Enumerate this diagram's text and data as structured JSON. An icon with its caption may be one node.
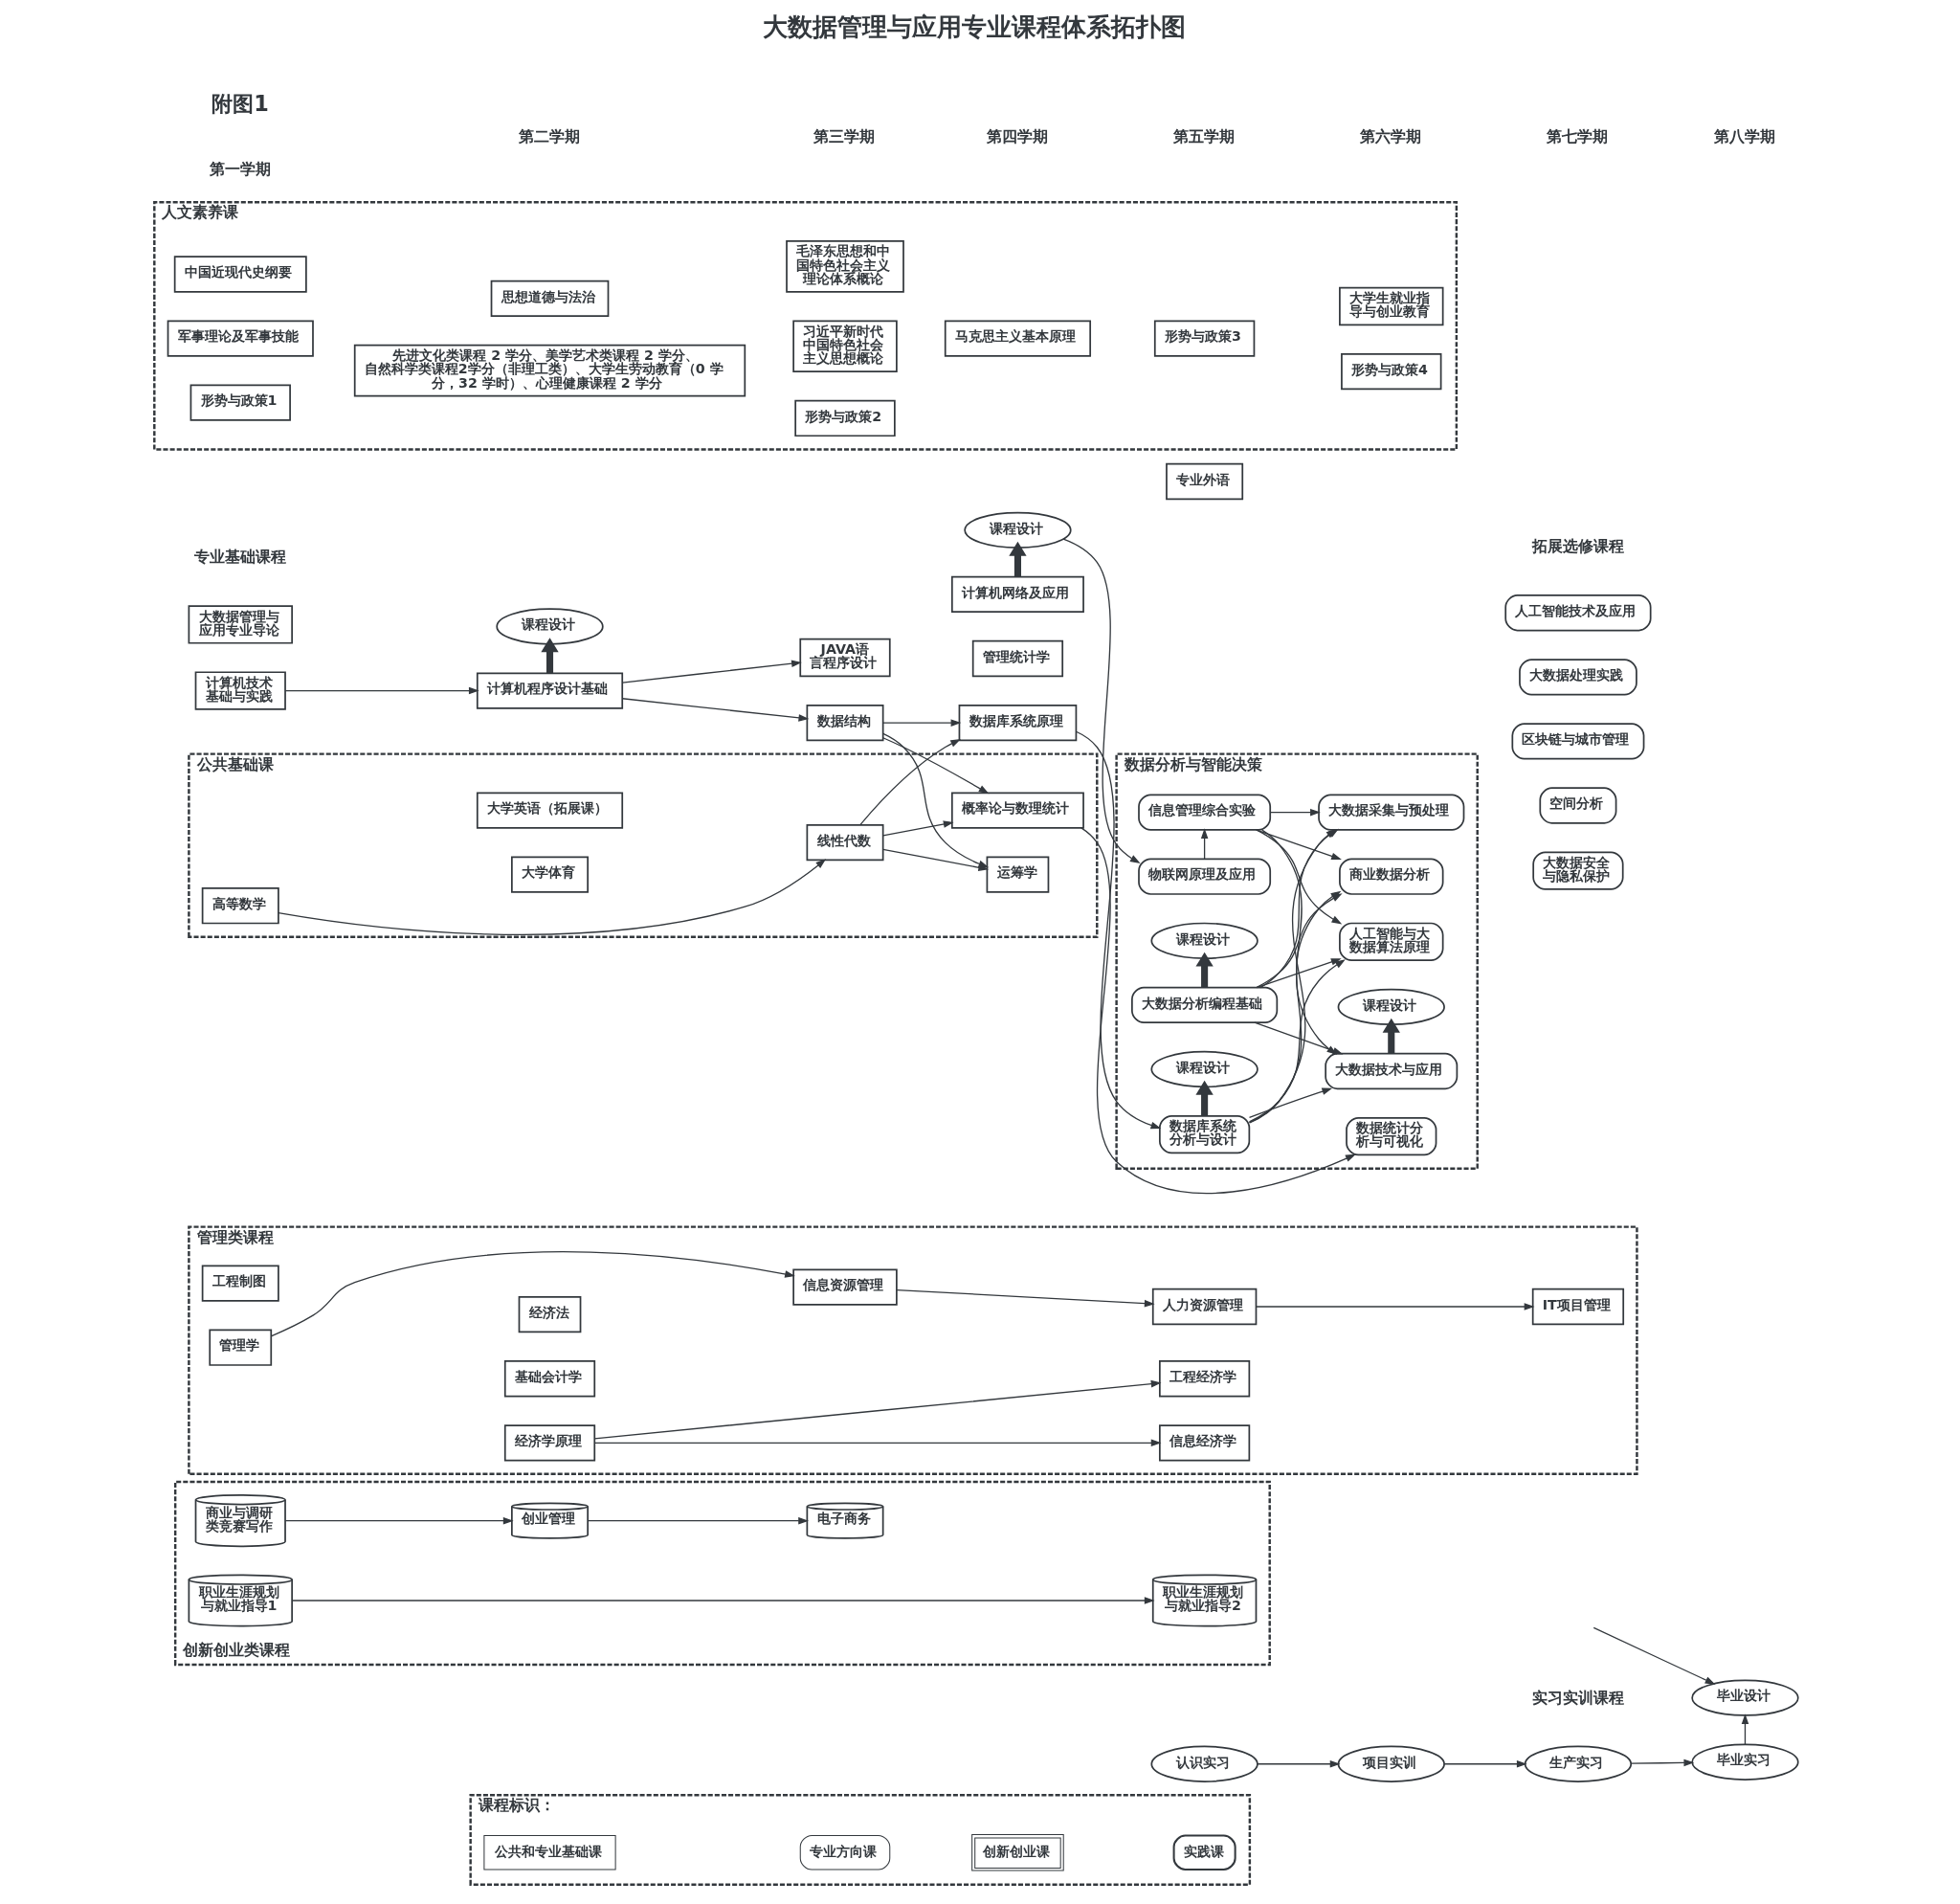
{
  "diagram": {
    "title": "大数据管理与应用专业课程体系拓扑图",
    "nodes": [
      {
        "text": [
          "人文素养课"
        ]
      },
      {
        "text": [
          "中国近现代史纲要"
        ],
        "in": 0
      },
      {
        "text": [
          "思想道德与法治"
        ],
        "in": 0
      },
      {
        "text": [
          "毛泽东思想和中国特色社会主义理论体系概论"
        ],
        "in": 0
      },
      {
        "text": [
          "马克思主义基本原理"
        ],
        "in": 0
      },
      {
        "text": [
          "大学生就业指导与创业教育"
        ],
        "in": 0
      },
      {
        "text": [
          "军事理论及军事技能"
        ],
        "in": 0
      },
      {
        "text": [
          "习近平新时代中国特色社会主义思想概论"
        ],
        "in": 0
      },
      {
        "text": [
          "形势与政策1"
        ],
        "in": 0
      },
      {
        "text": [
          "形势与政策2"
        ],
        "in": 0
      },
      {
        "text": [
          "形势与政策3"
        ],
        "in": 0
      },
      {
        "text": [
          "形势与政策4"
        ],
        "in": 0
      },
      {
        "text": [
          "先进文化类课程 2 学分、美学艺术类课程 2 学分、自然科学类课程2学分（非理工类）、大学生劳动教育（0 学分，32 学时）、心理健康课程 2 学分"
        ],
        "in": 0
      },
      {
        "text": [
          "公共基础课"
        ]
      },
      {
        "text": [
          "大学英语（拓展课）"
        ],
        "in": 13
      },
      {
        "text": [
          "专业外语"
        ]
      },
      {
        "text": [
          "大学体育"
        ],
        "in": 13
      },
      {
        "text": [
          "高等数学"
        ],
        "in": 13
      },
      {
        "text": [
          "线性代数"
        ],
        "in": 13
      },
      {
        "text": [
          "概率论与数理统计"
        ],
        "in": 13
      },
      {
        "text": [
          "运筹学"
        ],
        "in": 13
      },
      {
        "text": [
          "数据分析与智能决策"
        ]
      },
      {
        "text": [
          "数据统计分析与可视化"
        ],
        "in": 21
      },
      {
        "text": [
          "人工智能与大数据算法原理"
        ],
        "in": 21
      },
      {
        "text": [
          "大数据分析编程基础"
        ],
        "in": 21
      },
      {
        "text": [
          "课程设计"
        ],
        "in": 21
      },
      {
        "text": [
          "商业数据分析"
        ],
        "in": 21
      },
      {
        "text": [
          "大数据采集与预处理"
        ],
        "in": 21
      },
      {
        "text": [
          "数据库系统分析与设计"
        ],
        "in": 21
      },
      {
        "text": [
          "课程设计"
        ],
        "in": 21
      },
      {
        "text": [
          "大数据技术与应用"
        ],
        "in": 21
      },
      {
        "text": [
          "课程设计"
        ],
        "in": 21
      },
      {
        "text": [
          "物联网原理及应用"
        ],
        "in": 21
      },
      {
        "text": [
          "信息管理综合实验"
        ],
        "in": 21
      },
      {
        "text": [
          "人工智能技术及应用"
        ]
      },
      {
        "text": [
          "大数据处理实践"
        ]
      },
      {
        "text": [
          "区块链与城市管理"
        ]
      },
      {
        "text": [
          "空间分析"
        ]
      },
      {
        "text": [
          "大数据安全与隐私保护"
        ]
      },
      {
        "text": [
          "管理统计学"
        ]
      },
      {
        "text": [
          "数据库系统原理"
        ]
      },
      {
        "text": [
          "大数据管理与应用专业导论"
        ]
      },
      {
        "text": [
          "计算机技术基础与实践"
        ]
      },
      {
        "text": [
          "计算机程序设计基础"
        ]
      },
      {
        "text": [
          "数据结构"
        ]
      },
      {
        "text": [
          "JAVA语言程序设计"
        ]
      },
      {
        "text": [
          "计算机网络及应用"
        ]
      },
      {
        "text": [
          "课程设计"
        ]
      },
      {
        "text": [
          "课程设计"
        ]
      },
      {
        "text": [
          "管理类课程"
        ]
      },
      {
        "text": [
          "经济法"
        ],
        "in": 49
      },
      {
        "text": [
          "工程制图"
        ],
        "in": 49
      },
      {
        "text": [
          "基础会计学"
        ],
        "in": 49
      },
      {
        "text": [
          "人力资源管理"
        ],
        "in": 49
      },
      {
        "text": [
          "IT项目管理"
        ],
        "in": 49
      },
      {
        "text": [
          "管理学"
        ],
        "in": 49
      },
      {
        "text": [
          "信息资源管理"
        ],
        "in": 49
      },
      {
        "text": [
          "工程经济学"
        ],
        "in": 49
      },
      {
        "text": [
          "经济学原理"
        ],
        "in": 49
      },
      {
        "text": [
          "信息经济学"
        ],
        "in": 49
      },
      {
        "text": [
          "创新创业类课程"
        ]
      },
      {
        "text": [
          "商业与调研类竞赛写作"
        ],
        "in": 60
      },
      {
        "text": [
          "创业管理"
        ],
        "in": 60
      },
      {
        "text": [
          "电子商务"
        ],
        "in": 60
      },
      {
        "text": [
          "职业生涯规划与就业指导1"
        ],
        "in": 60
      },
      {
        "text": [
          "职业生涯规划与就业指导2"
        ],
        "in": 60
      },
      {
        "text": [
          "毕业设计"
        ]
      },
      {
        "text": [
          "认识实习"
        ]
      },
      {
        "text": [
          "项目实训"
        ]
      },
      {
        "text": [
          "生产实习"
        ]
      },
      {
        "text": [
          "毕业实习"
        ]
      },
      {
        "text": [
          "课程标识："
        ]
      }
    ],
    "edges": [
      {
        "from": 17,
        "to": 18,
        "arrow": "to"
      },
      {
        "from": 18,
        "to": 19,
        "arrow": "to"
      },
      {
        "from": 18,
        "to": 20,
        "arrow": "to"
      },
      {
        "from": 18,
        "to": 40,
        "arrow": "to"
      },
      {
        "from": 44,
        "to": 19,
        "arrow": "to"
      },
      {
        "from": 44,
        "to": 20,
        "arrow": "to"
      },
      {
        "from": 44,
        "to": 40,
        "arrow": "to"
      },
      {
        "from": 19,
        "to": 22,
        "arrow": "to"
      },
      {
        "from": 40,
        "to": 28,
        "arrow": "to"
      },
      {
        "from": 24,
        "to": 25,
        "arrow": "to",
        "style": "thick"
      },
      {
        "from": 28,
        "to": 29,
        "arrow": "to",
        "style": "thick"
      },
      {
        "from": 24,
        "to": 23,
        "arrow": "to"
      },
      {
        "from": 24,
        "to": 26,
        "arrow": "to"
      },
      {
        "from": 24,
        "to": 27,
        "arrow": "to"
      },
      {
        "from": 24,
        "to": 30,
        "arrow": "to"
      },
      {
        "from": 28,
        "to": 23,
        "arrow": "to"
      },
      {
        "from": 28,
        "to": 26,
        "arrow": "to"
      },
      {
        "from": 28,
        "to": 27,
        "arrow": "to"
      },
      {
        "from": 28,
        "to": 30,
        "arrow": "to"
      },
      {
        "from": 33,
        "to": 23,
        "arrow": "to"
      },
      {
        "from": 33,
        "to": 26,
        "arrow": "to"
      },
      {
        "from": 33,
        "to": 27,
        "arrow": "to"
      },
      {
        "from": 33,
        "to": 30,
        "arrow": "to"
      },
      {
        "from": 30,
        "to": 31,
        "arrow": "to",
        "style": "thick"
      },
      {
        "from": 42,
        "to": 43,
        "arrow": "to"
      },
      {
        "from": 43,
        "to": 44,
        "arrow": "to"
      },
      {
        "from": 43,
        "to": 45,
        "arrow": "to"
      },
      {
        "from": 43,
        "to": 48,
        "arrow": "to",
        "style": "thick"
      },
      {
        "from": 46,
        "to": 47,
        "arrow": "to",
        "style": "thick"
      },
      {
        "from": 47,
        "to": 32,
        "arrow": "to"
      },
      {
        "from": 32,
        "to": 33,
        "arrow": "to"
      },
      {
        "from": 55,
        "to": 56,
        "arrow": "to"
      },
      {
        "from": 56,
        "to": 53,
        "arrow": "to"
      },
      {
        "from": 58,
        "to": 57,
        "arrow": "to"
      },
      {
        "from": 58,
        "to": 59,
        "arrow": "to"
      },
      {
        "from": 53,
        "to": 54,
        "arrow": "to"
      },
      {
        "from": 61,
        "to": 62,
        "arrow": "to"
      },
      {
        "from": 62,
        "to": 63,
        "arrow": "to"
      },
      {
        "from": 64,
        "to": 65,
        "arrow": "to"
      },
      {
        "from": 67,
        "to": 68,
        "arrow": "to"
      },
      {
        "from": 68,
        "to": 69,
        "arrow": "to"
      },
      {
        "from": 69,
        "to": 70,
        "arrow": "to"
      },
      {
        "from": 70,
        "to": 66,
        "arrow": "to"
      },
      {
        "from": null,
        "to": 66,
        "arrow": "to"
      }
    ],
    "labels": [
      "附图1",
      "第一学期",
      "第二学期",
      "第三学期",
      "第四学期",
      "第五学期",
      "第六学期",
      "第七学期",
      "第八学期",
      "拓展选修课程",
      "专业基础课程",
      "实习实训课程"
    ],
    "legend": [
      {
        "text": "公共和专业基础课"
      },
      {
        "text": "专业方向课"
      },
      {
        "text": "创新创业课"
      },
      {
        "text": "实践课"
      }
    ]
  }
}
